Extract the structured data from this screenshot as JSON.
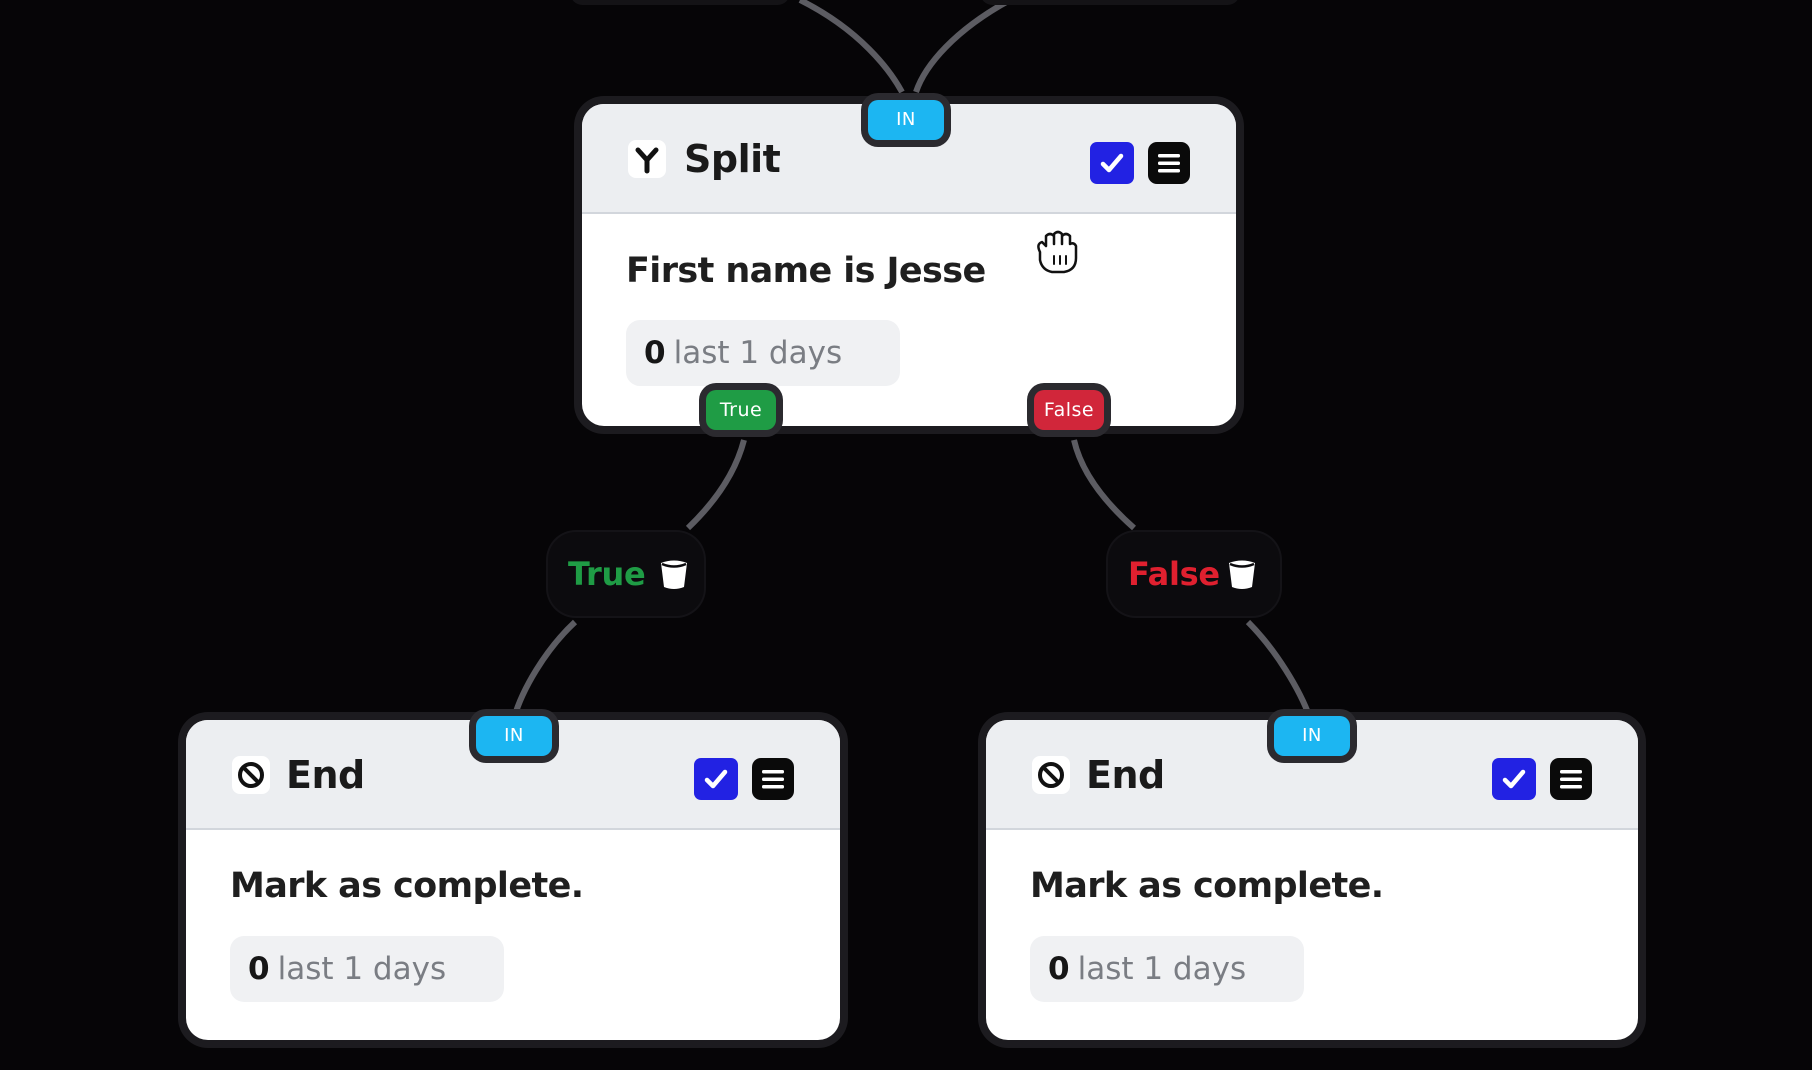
{
  "canvas": {
    "edge_color": "#5c5c62"
  },
  "nodes": {
    "split": {
      "icon": "split-icon",
      "title": "Split",
      "description": "First name is Jesse",
      "stat_count": "0",
      "stat_label": "last 1 days",
      "port_in": "IN",
      "port_true": "True",
      "port_false": "False"
    },
    "end_left": {
      "icon": "ban-icon",
      "title": "End",
      "description": "Mark as complete.",
      "stat_count": "0",
      "stat_label": "last 1 days",
      "port_in": "IN"
    },
    "end_right": {
      "icon": "ban-icon",
      "title": "End",
      "description": "Mark as complete.",
      "stat_count": "0",
      "stat_label": "last 1 days",
      "port_in": "IN"
    }
  },
  "edge_labels": {
    "true_branch": {
      "label": "True",
      "color": "#1f9c45",
      "icon": "trash-icon"
    },
    "false_branch": {
      "label": "False",
      "color": "#e0202f",
      "icon": "trash-icon"
    }
  },
  "colors": {
    "check_button": "#2222e3",
    "port_in": "#1cb6f2",
    "port_true": "#1f9c45",
    "port_false": "#d1263a"
  },
  "cursor": "grab-hand-icon"
}
